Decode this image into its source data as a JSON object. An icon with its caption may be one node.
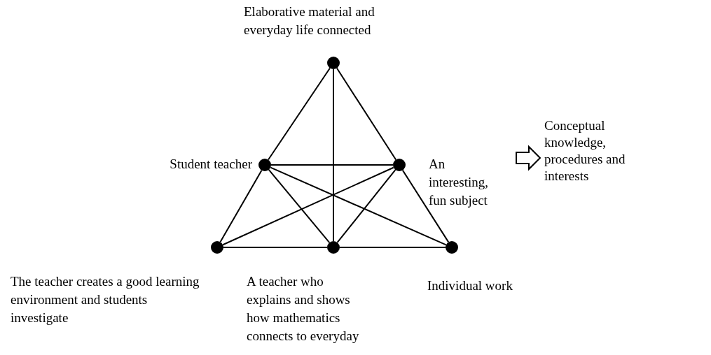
{
  "diagram": {
    "nodes": [
      {
        "text": [],
        "shape": "circle",
        "beside": [
          "Elaborative material and everyday life connected"
        ]
      },
      {
        "text": [],
        "shape": "circle",
        "beside": [
          "Student teacher"
        ]
      },
      {
        "text": [],
        "shape": "circle",
        "beside": [
          "An interesting, fun subject"
        ]
      },
      {
        "text": [],
        "shape": "circle",
        "beside": [
          "The teacher creates a good learning environment and students investigate"
        ]
      },
      {
        "text": [],
        "shape": "circle",
        "beside": [
          "A teacher who explains and shows how mathematics connects to everyday"
        ]
      },
      {
        "text": [],
        "shape": "circle",
        "beside": [
          "Individual work"
        ]
      },
      {
        "text": [
          "Conceptual knowledge, procedures and interests"
        ]
      }
    ],
    "edges": [
      {
        "from": 0,
        "to": 1,
        "arrow": "none"
      },
      {
        "from": 0,
        "to": 2,
        "arrow": "none"
      },
      {
        "from": 0,
        "to": 4,
        "arrow": "none"
      },
      {
        "from": 1,
        "to": 2,
        "arrow": "none"
      },
      {
        "from": 1,
        "to": 3,
        "arrow": "none"
      },
      {
        "from": 1,
        "to": 4,
        "arrow": "none"
      },
      {
        "from": 1,
        "to": 5,
        "arrow": "none"
      },
      {
        "from": 2,
        "to": 5,
        "arrow": "none"
      },
      {
        "from": 2,
        "to": 4,
        "arrow": "none"
      },
      {
        "from": 2,
        "to": 3,
        "arrow": "none"
      },
      {
        "from": 3,
        "to": 4,
        "arrow": "none"
      },
      {
        "from": 4,
        "to": 5,
        "arrow": "none"
      },
      {
        "from": null,
        "to": 6,
        "arrow": "to"
      }
    ]
  }
}
